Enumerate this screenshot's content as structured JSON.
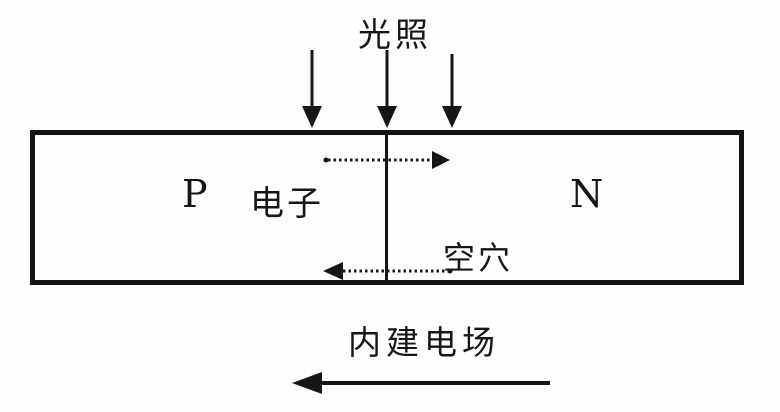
{
  "colors": {
    "background": "#fefefe",
    "ink": "#161616",
    "line": "#141414"
  },
  "diagram": {
    "type": "pn-junction-photovoltaic-effect",
    "light_label": "光照",
    "p_region_label": "P",
    "electron_label": "电子",
    "n_region_label": "N",
    "hole_label": "空穴",
    "field_label": "内建电场",
    "arrows": {
      "light_rays": "three downward arrows onto semiconductor top face",
      "electron_drift": "dotted arrow pointing right across junction (electrons toward N)",
      "hole_drift": "dotted arrow pointing left across junction (holes toward P)",
      "built_in_field": "solid long arrow pointing left below the device"
    }
  }
}
